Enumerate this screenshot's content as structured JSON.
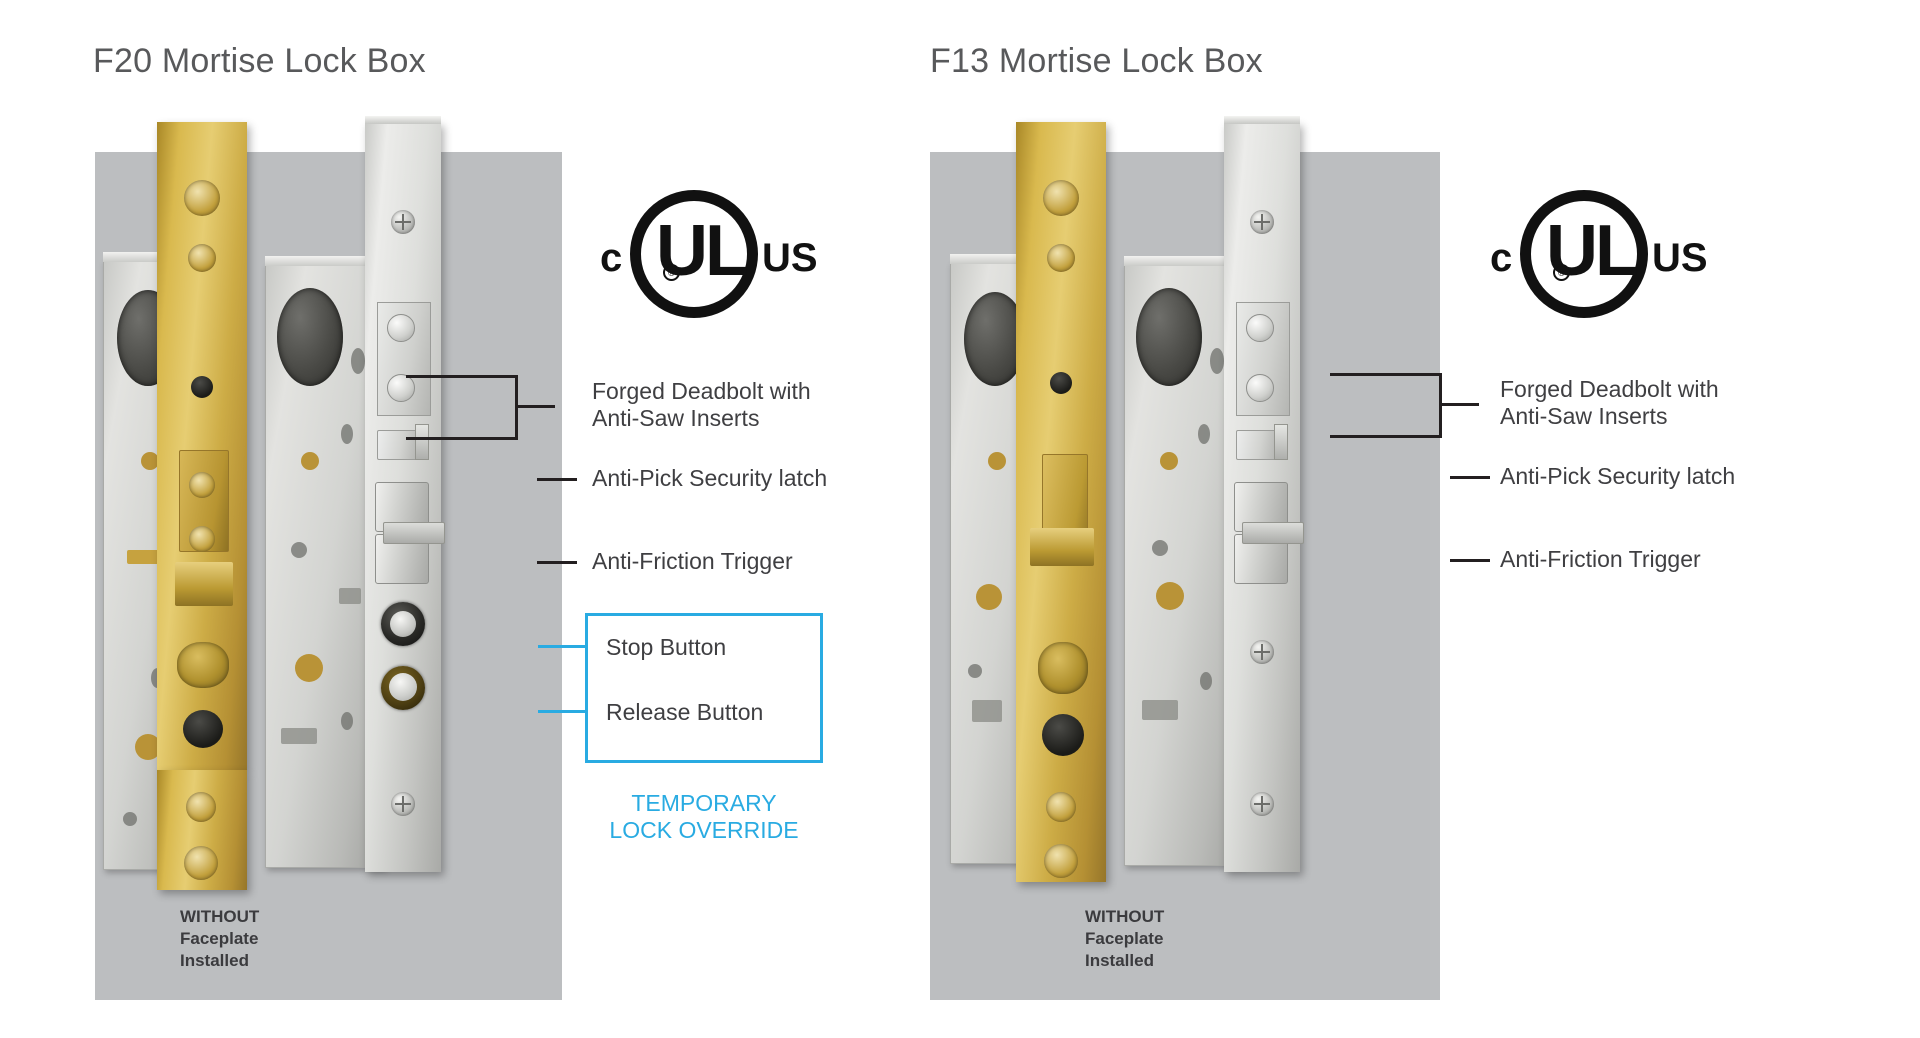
{
  "panels": [
    {
      "title": "F20 Mortise Lock Box",
      "caption": [
        "WITHOUT",
        "Faceplate",
        "Installed"
      ],
      "certification": {
        "left": "c",
        "center": "UL",
        "right": "US",
        "registered": "®"
      },
      "callouts": [
        {
          "name": "forged-deadbolt",
          "lines": [
            "Forged Deadbolt with",
            "Anti-Saw Inserts"
          ],
          "style": "bracket"
        },
        {
          "name": "anti-pick-latch",
          "lines": [
            "Anti-Pick Security latch"
          ],
          "style": "line"
        },
        {
          "name": "anti-friction-trigger",
          "lines": [
            "Anti-Friction Trigger"
          ],
          "style": "line"
        },
        {
          "name": "stop-button",
          "lines": [
            "Stop Button"
          ],
          "style": "blue"
        },
        {
          "name": "release-button",
          "lines": [
            "Release Button"
          ],
          "style": "blue"
        }
      ],
      "override_note": [
        "TEMPORARY",
        "LOCK OVERRIDE"
      ]
    },
    {
      "title": "F13 Mortise Lock Box",
      "caption": [
        "WITHOUT",
        "Faceplate",
        "Installed"
      ],
      "certification": {
        "left": "c",
        "center": "UL",
        "right": "US",
        "registered": "®"
      },
      "callouts": [
        {
          "name": "forged-deadbolt",
          "lines": [
            "Forged Deadbolt with",
            "Anti-Saw Inserts"
          ],
          "style": "bracket"
        },
        {
          "name": "anti-pick-latch",
          "lines": [
            "Anti-Pick Security latch"
          ],
          "style": "line"
        },
        {
          "name": "anti-friction-trigger",
          "lines": [
            "Anti-Friction Trigger"
          ],
          "style": "line"
        }
      ]
    }
  ],
  "colors": {
    "accent_blue": "#29abe2",
    "photo_background": "#bcbec0",
    "title_gray": "#58595b",
    "label_dark": "#3f3f42",
    "brass": "#cfae47",
    "steel": "#d3d4d1"
  }
}
